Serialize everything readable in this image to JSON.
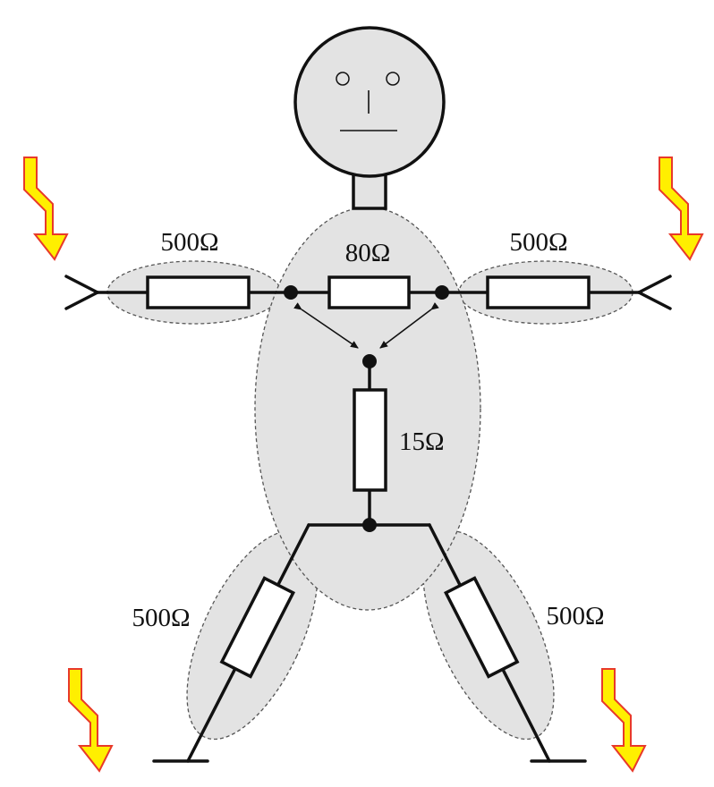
{
  "diagram": {
    "labels": {
      "left_arm": "500Ω",
      "chest": "80Ω",
      "right_arm": "500Ω",
      "torso": "15Ω",
      "left_leg": "500Ω",
      "right_leg": "500Ω"
    },
    "colors": {
      "body_zone_fill": "#e3e3e3",
      "bolt_fill": "#ffef00",
      "bolt_outline": "#e8392a",
      "wire": "#111111",
      "resistor_fill": "#ffffff"
    },
    "icons": [
      "lightning-bolt-icon",
      "head-face-icon"
    ]
  }
}
